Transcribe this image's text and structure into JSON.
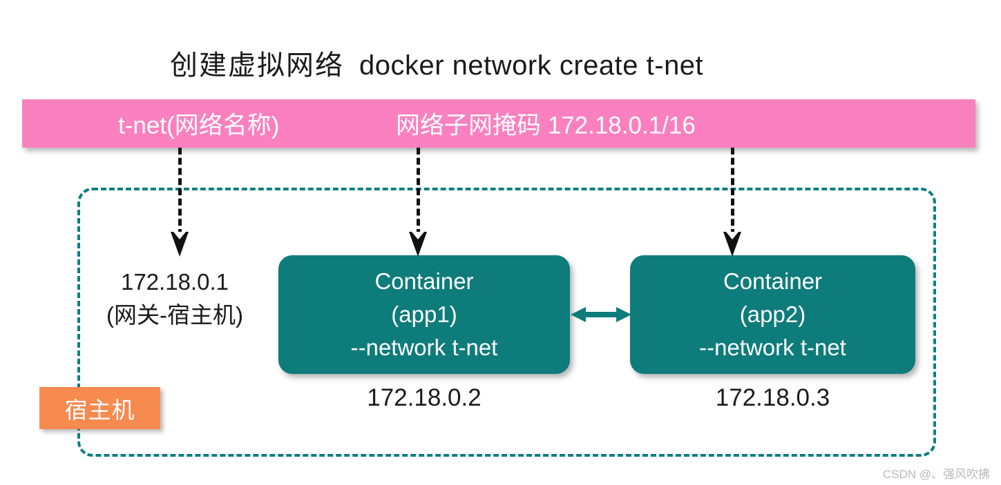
{
  "diagram": {
    "title": {
      "chinese": "创建虚拟网络",
      "command": "docker network create t-net"
    },
    "banner": {
      "network_name_label": "t-net(网络名称)",
      "subnet_label": "网络子网掩码 172.18.0.1/16",
      "color": "#fb80bf"
    },
    "host": {
      "badge_label": "宿主机",
      "badge_color": "#f78a4f",
      "border_color": "#0c7f80",
      "gateway_ip": "172.18.0.1",
      "gateway_role": "(网关-宿主机)"
    },
    "containers": [
      {
        "title": "Container",
        "name": "(app1)",
        "flag": "--network t-net",
        "ip": "172.18.0.2",
        "color": "#0e7c7b"
      },
      {
        "title": "Container",
        "name": "(app2)",
        "flag": "--network t-net",
        "ip": "172.18.0.3",
        "color": "#0e7c7b"
      }
    ],
    "link": {
      "type": "bidirectional-arrow",
      "color": "#0e7c7b"
    },
    "arrows": [
      {
        "name": "arrow-to-gateway",
        "color": "#111111"
      },
      {
        "name": "arrow-to-app1",
        "color": "#111111"
      },
      {
        "name": "arrow-to-app2",
        "color": "#111111"
      }
    ],
    "watermark": "CSDN @、强风吹拂"
  }
}
